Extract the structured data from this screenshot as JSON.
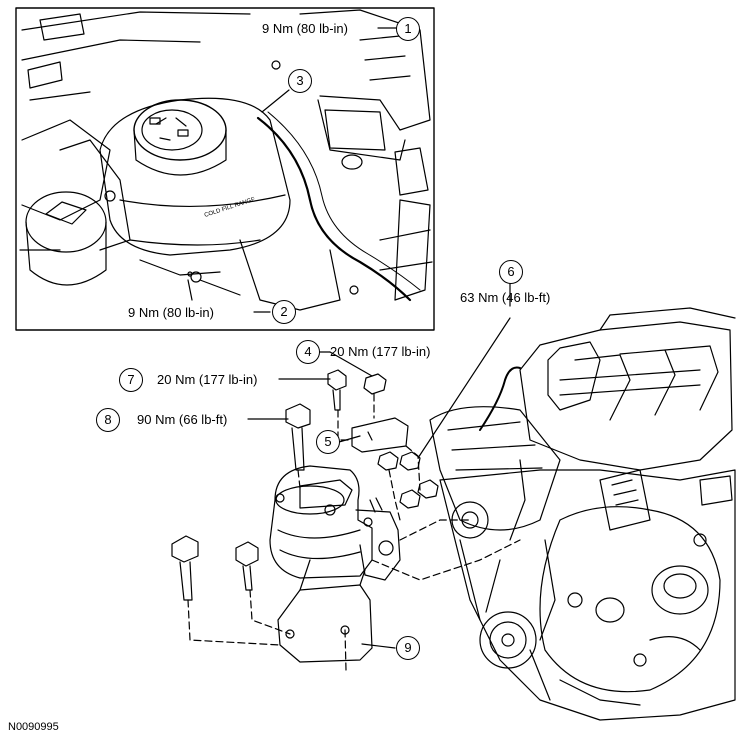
{
  "figure_id": "N0090995",
  "callouts": [
    {
      "number": "1",
      "torque": "9 Nm (80 lb-in)"
    },
    {
      "number": "2",
      "torque": "9 Nm (80 lb-in)"
    },
    {
      "number": "3",
      "torque": ""
    },
    {
      "number": "4",
      "torque": "20 Nm (177 lb-in)"
    },
    {
      "number": "5",
      "torque": ""
    },
    {
      "number": "6",
      "torque": "63 Nm (46 lb-ft)"
    },
    {
      "number": "7",
      "torque": "20 Nm (177 lb-in)"
    },
    {
      "number": "8",
      "torque": "90 Nm (66 lb-ft)"
    },
    {
      "number": "9",
      "torque": ""
    }
  ],
  "reservoir_text": "COLD FILL RANGE"
}
